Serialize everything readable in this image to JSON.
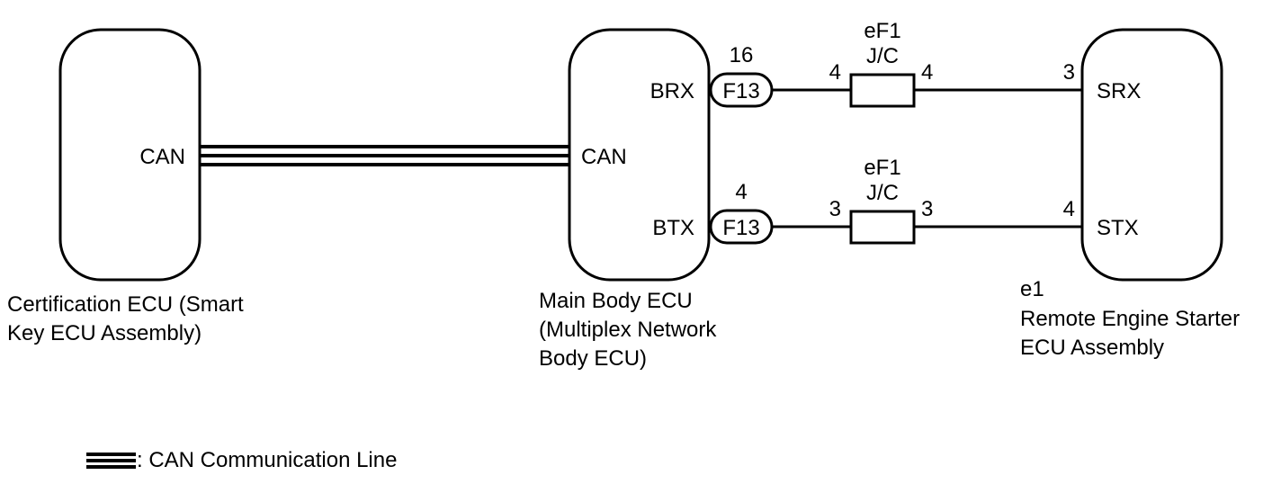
{
  "ecus": {
    "cert": {
      "label_line1": "Certification ECU (Smart",
      "label_line2": "Key ECU Assembly)",
      "port_can": "CAN"
    },
    "main": {
      "label_line1": "Main Body ECU",
      "label_line2": "(Multiplex Network",
      "label_line3": "Body ECU)",
      "port_can": "CAN",
      "port_brx": "BRX",
      "port_btx": "BTX"
    },
    "remote": {
      "code": "e1",
      "label_line1": "Remote Engine Starter",
      "label_line2": "ECU Assembly",
      "port_srx": "SRX",
      "port_stx": "STX"
    }
  },
  "connectors": {
    "top": {
      "code": "F13",
      "pin": "16"
    },
    "bottom": {
      "code": "F13",
      "pin": "4"
    }
  },
  "junctions": {
    "top": {
      "code": "eF1",
      "type": "J/C",
      "pin_left": "4",
      "pin_right": "4"
    },
    "bottom": {
      "code": "eF1",
      "type": "J/C",
      "pin_left": "3",
      "pin_right": "3"
    }
  },
  "remote_pins": {
    "srx": "3",
    "stx": "4"
  },
  "legend": {
    "label": ": CAN Communication Line"
  }
}
